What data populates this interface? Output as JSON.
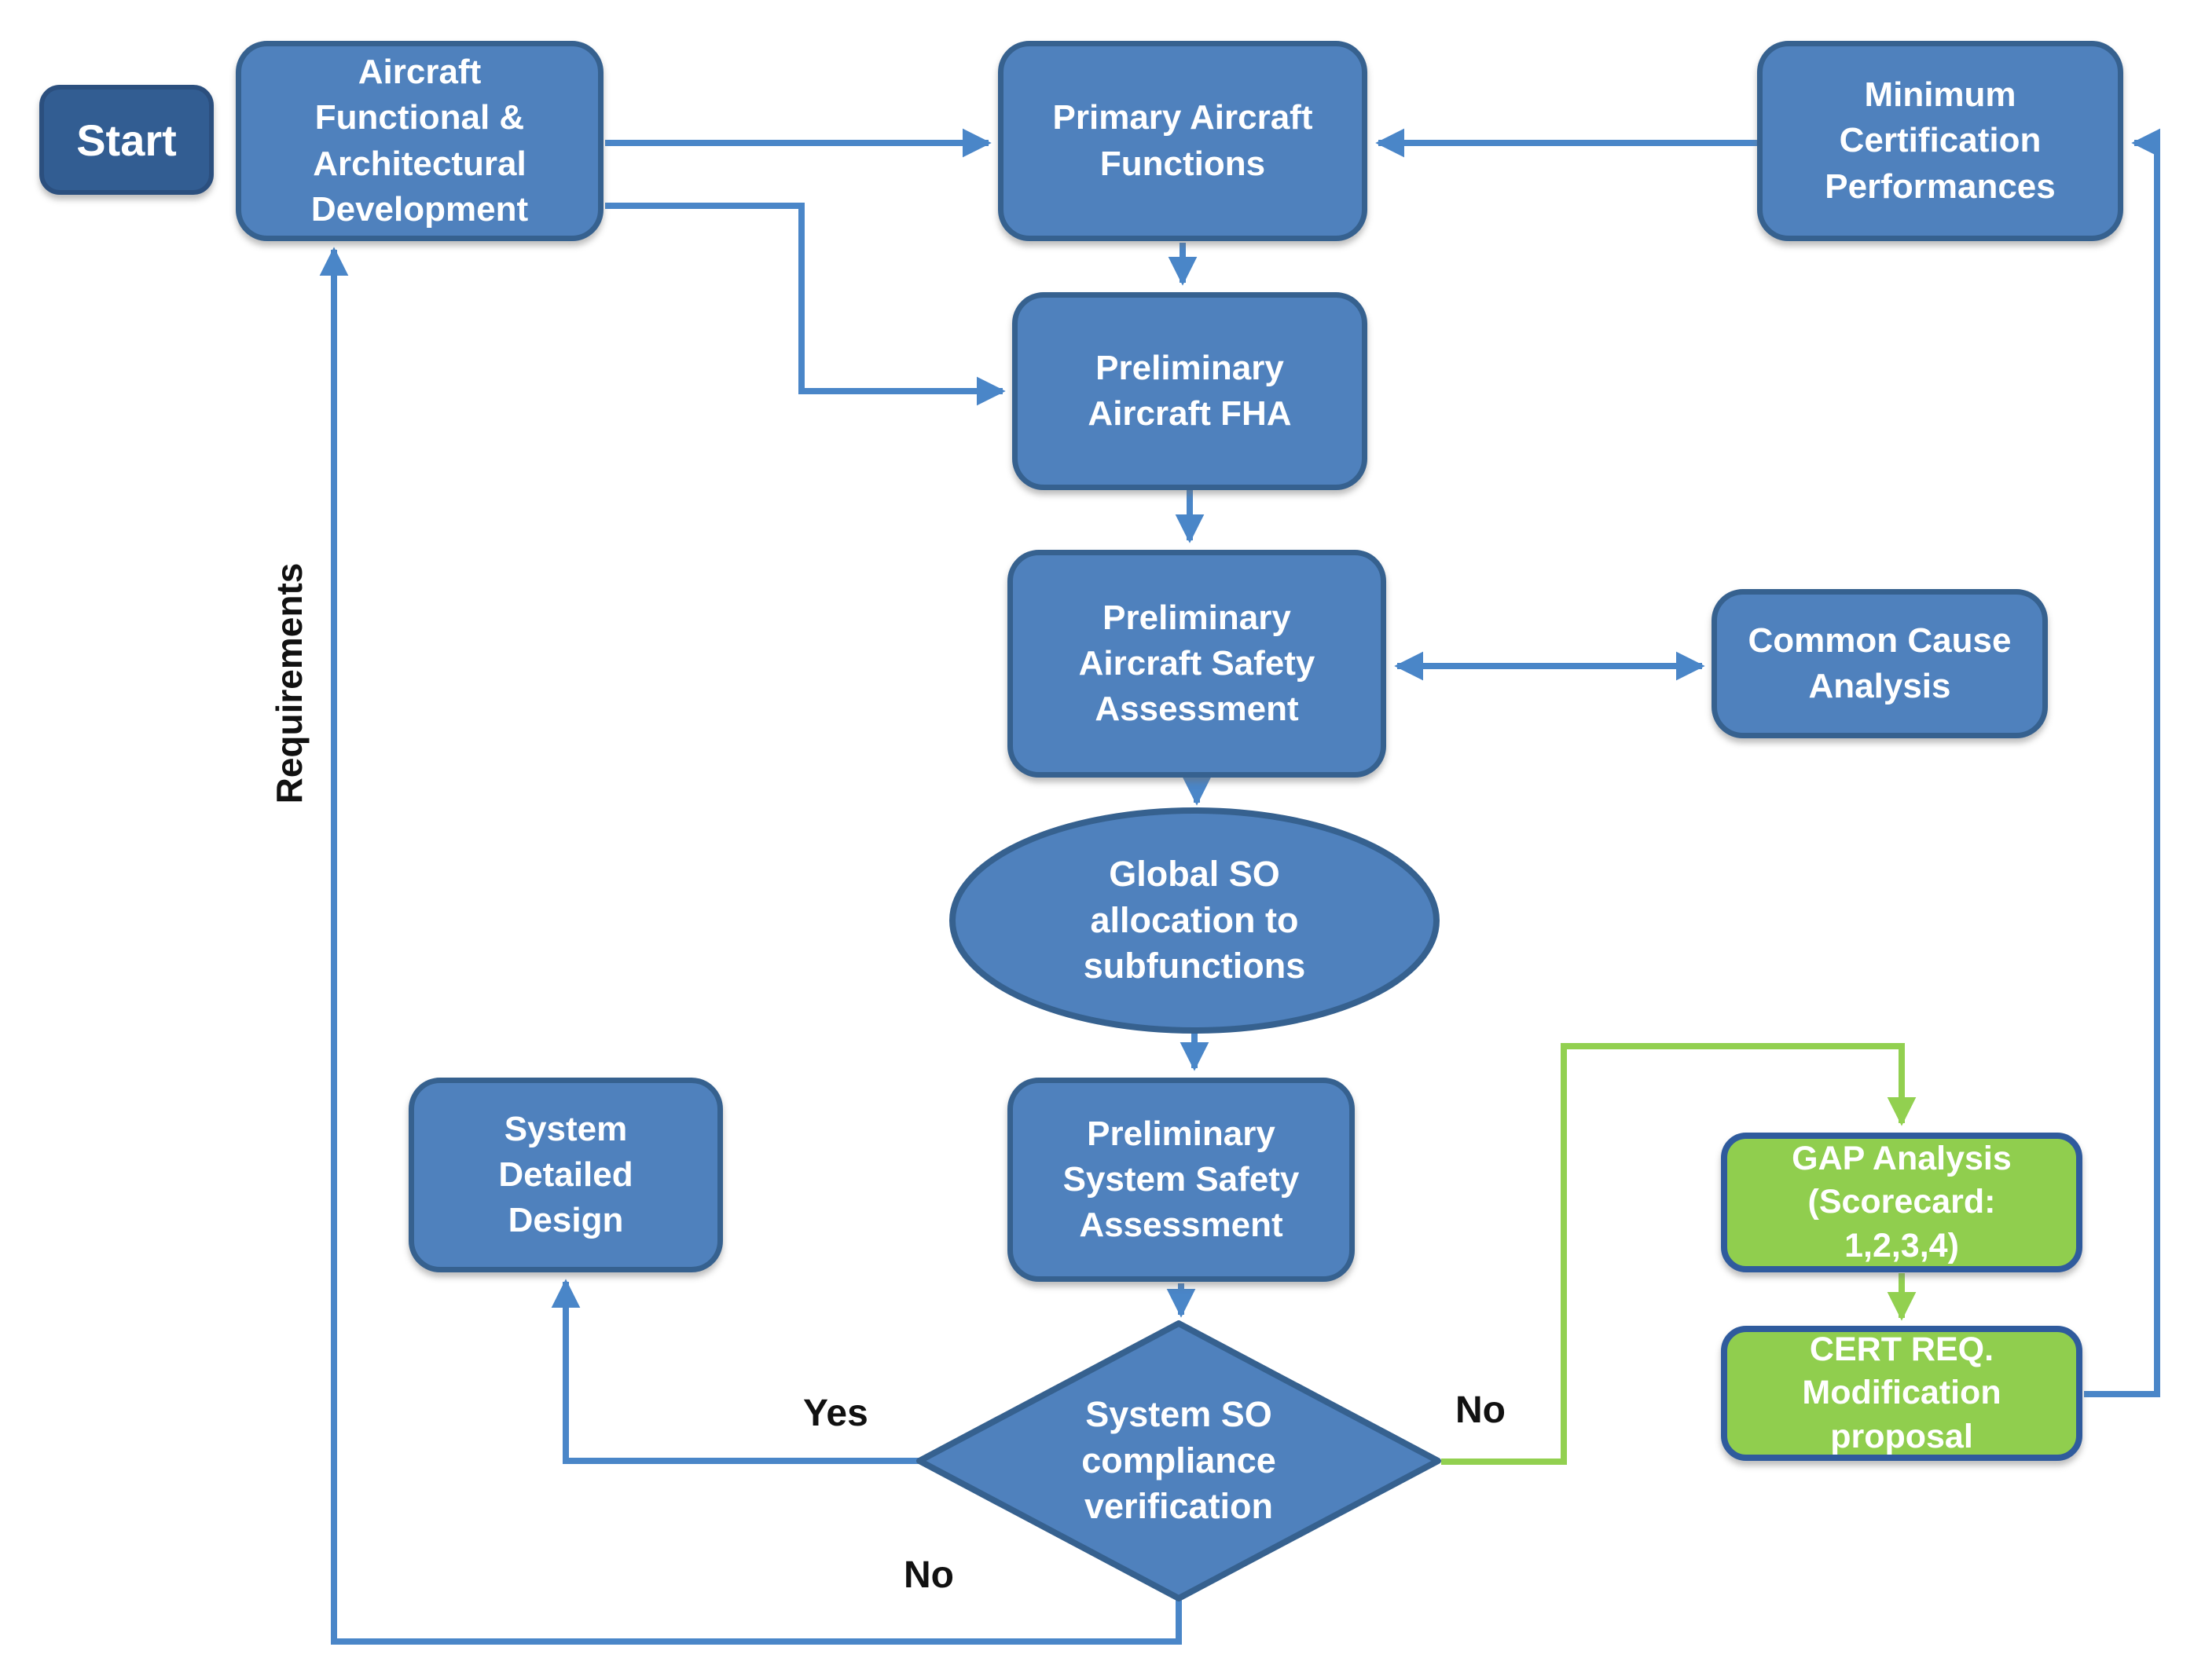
{
  "diagram": {
    "title_semantic": "Aircraft safety assessment process flowchart",
    "colors": {
      "background": "#FFFFFF",
      "node_fill": "#4F81BD",
      "node_border": "#36618F",
      "start_fill": "#325D92",
      "green_fill": "#90CE4E",
      "green_border": "#2F5B9D",
      "line_blue": "#4A86C8",
      "line_green": "#92D050",
      "edge_label_color": "#111111",
      "node_text_color": "#FFFFFF"
    },
    "nodes": {
      "start": {
        "lines": [
          "Start"
        ]
      },
      "afad": {
        "lines": [
          "Aircraft",
          "Functional &",
          "Architectural",
          "Development"
        ]
      },
      "paf": {
        "lines": [
          "Primary Aircraft",
          "Functions"
        ]
      },
      "mcp": {
        "lines": [
          "Minimum",
          "Certification",
          "Performances"
        ]
      },
      "fha": {
        "lines": [
          "Preliminary",
          "Aircraft FHA"
        ]
      },
      "pasa": {
        "lines": [
          "Preliminary",
          "Aircraft Safety",
          "Assessment"
        ]
      },
      "cca": {
        "lines": [
          "Common Cause",
          "Analysis"
        ]
      },
      "gso": {
        "lines": [
          "Global SO",
          "allocation to",
          "subfunctions"
        ]
      },
      "sdd": {
        "lines": [
          "System",
          "Detailed",
          "Design"
        ]
      },
      "pssa": {
        "lines": [
          "Preliminary",
          "System Safety",
          "Assessment"
        ]
      },
      "decision": {
        "lines": [
          "System SO",
          "compliance",
          "verification"
        ]
      },
      "gap": {
        "lines": [
          "GAP Analysis",
          "(Scorecard:",
          "1,2,3,4)"
        ]
      },
      "cert": {
        "lines": [
          "CERT REQ.",
          "Modification",
          "proposal"
        ]
      }
    },
    "edge_labels": {
      "yes": "Yes",
      "no_right": "No",
      "no_bottom": "No",
      "requirements": "Requirements"
    }
  }
}
